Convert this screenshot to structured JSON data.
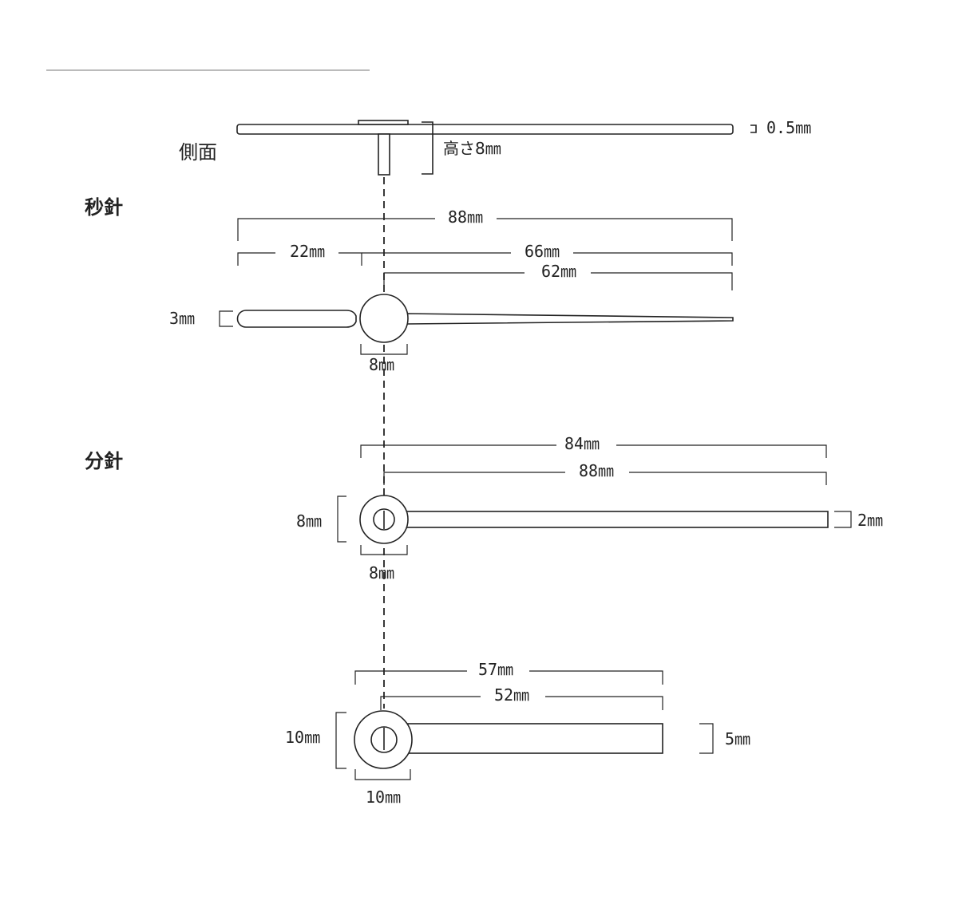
{
  "side": {
    "title": "側面",
    "thickness": "0.5㎜",
    "height": "高さ8㎜"
  },
  "second_hand": {
    "title": "秒針",
    "total": "88㎜",
    "tail": "22㎜",
    "front": "66㎜",
    "tip": "62㎜",
    "width": "3㎜",
    "hub": "8㎜"
  },
  "minute_hand": {
    "title": "分針",
    "total": "84㎜",
    "tip": "88㎜",
    "hub_height": "8㎜",
    "width": "2㎜",
    "hub": "8㎜"
  },
  "hour_hand": {
    "total": "57㎜",
    "tip": "52㎜",
    "hub_height": "10㎜",
    "width": "5㎜",
    "hub": "10㎜"
  },
  "colors": {
    "line": "#222222",
    "rule": "#bbbbbb"
  }
}
